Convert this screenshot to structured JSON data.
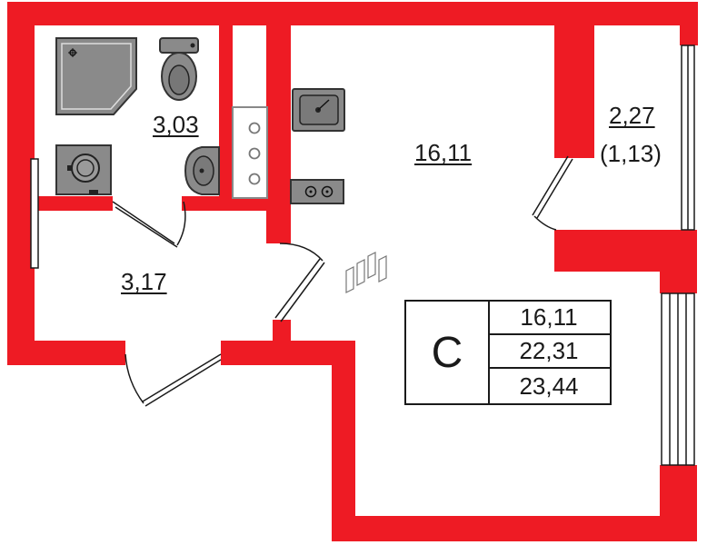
{
  "colors": {
    "wall": "#ee1b24",
    "fixture_fill": "#8a8a8a",
    "fixture_stroke": "#333333",
    "line": "#1a1a1a"
  },
  "rooms": {
    "main_room": {
      "area": "16,11"
    },
    "bathroom": {
      "area": "3,03"
    },
    "hallway": {
      "area": "3,17"
    },
    "balcony": {
      "area": "2,27",
      "reduced_area": "(1,13)"
    }
  },
  "legend": {
    "type": "С",
    "living_area": "16,11",
    "total_area": "22,31",
    "total_with_balcony": "23,44"
  },
  "icons": [
    "shower-icon",
    "toilet-icon",
    "washing-machine-icon",
    "sink-icon",
    "kitchen-sink-icon",
    "stove-icon",
    "ventilation-shaft-icon",
    "radiator-icon"
  ]
}
